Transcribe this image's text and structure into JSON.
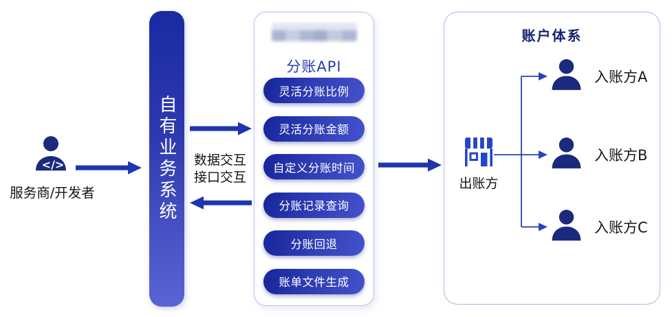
{
  "diagram": {
    "developer": {
      "label": "服务商/开发者",
      "code_badge": "</>"
    },
    "system_bar": {
      "label": "自有业务系统"
    },
    "interaction": {
      "line1": "数据交互",
      "line2": "接口交互"
    },
    "api_panel": {
      "title": "分账API",
      "redacted_logo": "blurred-logo",
      "features": [
        "灵活分账比例",
        "灵活分账金额",
        "自定义分账时间",
        "分账记录查询",
        "分账回退",
        "账单文件生成"
      ]
    },
    "account_panel": {
      "title": "账户体系",
      "payer": "出账方",
      "payees": [
        "入账方A",
        "入账方B",
        "入账方C"
      ]
    }
  },
  "colors": {
    "icon_navy": "#1b2a7d",
    "bar_gradient_top": "#1a2aa2",
    "bar_gradient_bottom": "#5a64d4",
    "pill_gradient_start": "#16259a",
    "pill_gradient_end": "#4453cb",
    "arrow_blue": "#1e35ae",
    "connector_blue": "#2c41bb",
    "store_blue": "#2346c4",
    "api_title_blue": "#2b3cb5",
    "account_title_navy": "#15246f",
    "panel_border": "#b8c3e6",
    "text_dark": "#141414"
  }
}
